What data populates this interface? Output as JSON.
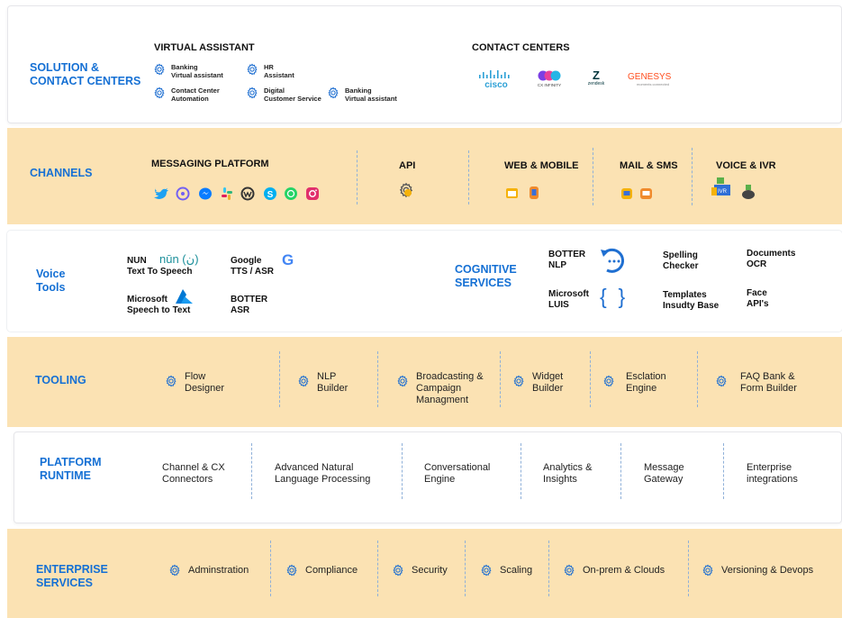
{
  "sections": {
    "solution": {
      "title": "SOLUTION &\nCONTACT CENTERS",
      "virtual_assistant": {
        "header": "VIRTUAL ASSISTANT",
        "items": [
          "Banking\nVirtual assistant",
          "HR\nAssistant",
          "Contact Center\nAutomation",
          "Digital\nCustomer Service",
          "Banking\nVirtual assistant"
        ]
      },
      "contact_centers": {
        "header": "CONTACT CENTERS",
        "logos": [
          "cisco",
          "CX INFINITY",
          "zendesk",
          "GENESYS",
          "moments connected"
        ]
      }
    },
    "channels": {
      "title": "CHANNELS",
      "groups": [
        "MESSAGING PLATFORM",
        "API",
        "WEB & MOBILE",
        "MAIL & SMS",
        "VOICE & IVR"
      ],
      "icons": {
        "messaging": [
          "twitter-icon",
          "viber-icon",
          "messenger-icon",
          "slack-icon",
          "workplace-icon",
          "skype-icon",
          "whatsapp-icon",
          "instagram-icon"
        ],
        "api": [
          "api-gear-icon"
        ],
        "web_mobile": [
          "web-icon",
          "mobile-icon"
        ],
        "mail_sms": [
          "mail-icon",
          "sms-icon"
        ],
        "voice_ivr": [
          "ivr-icon",
          "phone-icon"
        ]
      }
    },
    "voice_tools": {
      "title": "Voice\nTools",
      "items": [
        "NUN\nText To Speech",
        "Google\nTTS / ASR",
        "Microsoft\nSpeech to Text",
        "BOTTER\nASR"
      ],
      "nun_logo": "nūn (ن)",
      "google_logo": "G"
    },
    "cognitive": {
      "title": "COGNITIVE\nSERVICES",
      "items": [
        "BOTTER\nNLP",
        "Spelling\nChecker",
        "Documents\nOCR",
        "Microsoft\nLUIS",
        "Templates\nInsudty Base",
        "Face\nAPI's"
      ],
      "luis_symbol": "{  }"
    },
    "tooling": {
      "title": "TOOLING",
      "items": [
        "Flow\nDesigner",
        "NLP\nBuilder",
        "Broadcasting &\nCampaign\nManagment",
        "Widget\nBuilder",
        "Esclation\nEngine",
        "FAQ Bank &\nForm Builder"
      ]
    },
    "runtime": {
      "title": "PLATFORM\nRUNTIME",
      "items": [
        "Channel & CX\nConnectors",
        "Advanced Natural\nLanguage Processing",
        "Conversational\nEngine",
        "Analytics &\nInsights",
        "Message\nGateway",
        "Enterprise\nintegrations"
      ]
    },
    "enterprise": {
      "title": "ENTERPRISE\nSERVICES",
      "items": [
        "Adminstration",
        "Compliance",
        "Security",
        "Scaling",
        "On-prem & Clouds",
        "Versioning & Devops"
      ]
    }
  },
  "colors": {
    "title_blue": "#1570d4",
    "band_yellow": "#fbe2b3",
    "gear_blue": "#1f6fd1"
  }
}
